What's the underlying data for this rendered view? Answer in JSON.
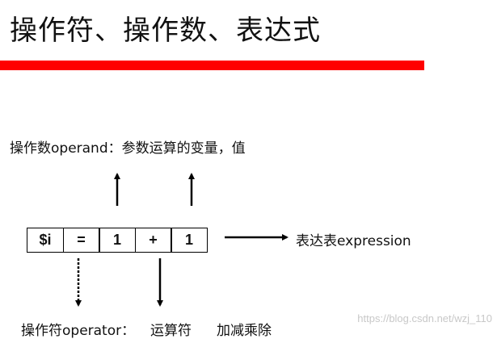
{
  "title": "操作符、操作数、表达式",
  "labels": {
    "operand": "操作数operand：参数运算的变量，值",
    "expression": "表达表expression",
    "operator": "操作符operator：",
    "operator_kind": "运算符",
    "operator_examples": "加减乘除"
  },
  "cells": [
    "$i",
    "=",
    "1",
    "+",
    "1"
  ],
  "watermark": "https://blog.csdn.net/wzj_110",
  "colors": {
    "accent_bar": "#ff0000",
    "text": "#111111",
    "watermark": "#c8c8c8"
  }
}
